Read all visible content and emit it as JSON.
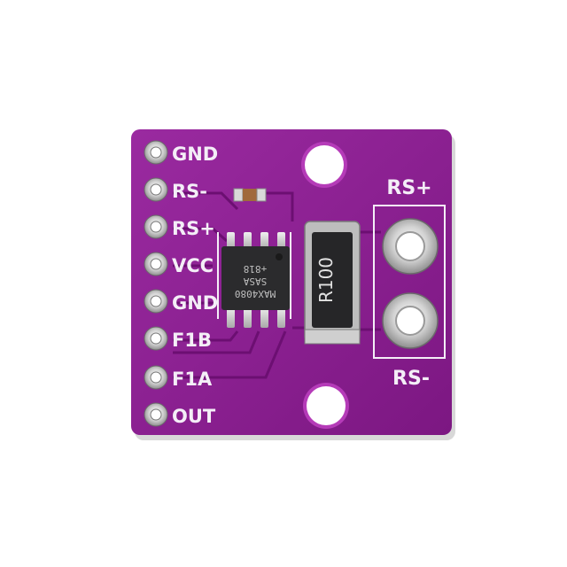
{
  "board": {
    "pcb_color": "#8a1f8f",
    "silkscreen_color": "#f4eef7",
    "pin_labels": [
      "GND",
      "RS-",
      "RS+",
      "VCC",
      "GND",
      "F1B",
      "F1A",
      "OUT"
    ],
    "terminal_labels": {
      "top": "RS+",
      "bottom": "RS-"
    },
    "chip": {
      "line1": "MAX4080",
      "line2": "SASA",
      "line3": "+818"
    },
    "resistor_label": "R100"
  }
}
